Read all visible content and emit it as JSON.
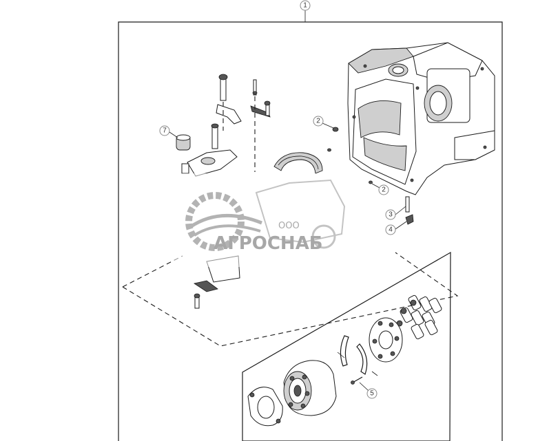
{
  "callouts": [
    "1",
    "2",
    "2",
    "3",
    "4",
    "5",
    "7"
  ],
  "watermark": {
    "prefix": "ООО",
    "name": "АГРОСНАБ"
  },
  "colors": {
    "line": "#1a1a1a",
    "watermark": "#8a8a8a",
    "background": "#ffffff"
  }
}
